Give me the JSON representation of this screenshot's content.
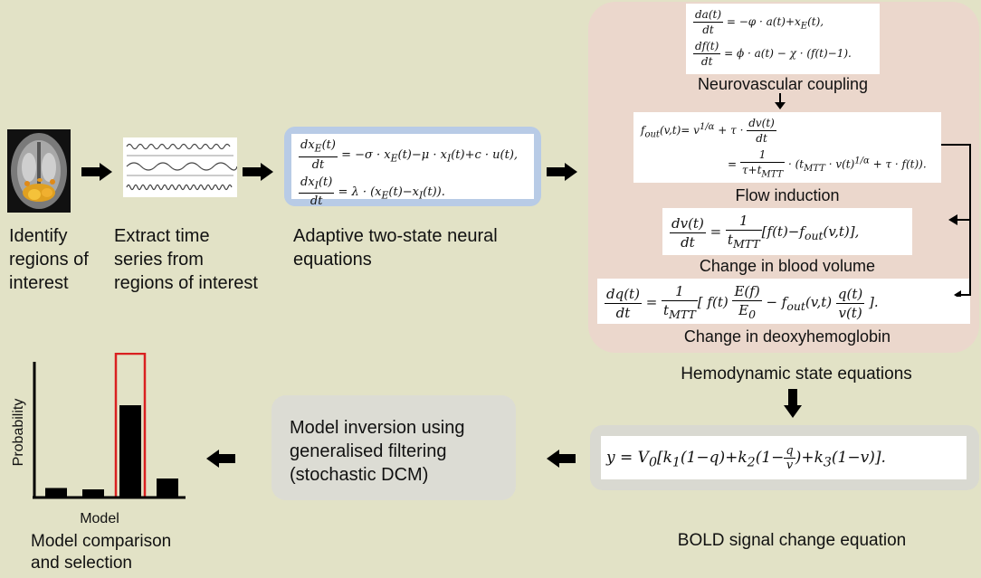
{
  "steps": {
    "identify": {
      "caption": "Identify\nregions of\ninterest"
    },
    "extract": {
      "caption": "Extract time\nseries from\nregions of interest"
    },
    "neural": {
      "caption": "Adaptive two-state neural\nequations"
    },
    "hemodynamic": {
      "title": "Hemodynamic state equations",
      "neurovascular": "Neurovascular coupling",
      "flow": "Flow induction",
      "volume": "Change in blood volume",
      "deoxy": "Change in deoxyhemoglobin"
    },
    "bold": {
      "caption": "BOLD signal change equation"
    },
    "inversion": {
      "caption": "Model inversion using\ngeneralised filtering\n(stochastic DCM)"
    },
    "selection": {
      "caption": "Model comparison\nand selection"
    }
  },
  "chart_data": {
    "type": "bar",
    "xlabel": "Model",
    "ylabel": "Probability",
    "values": [
      0.07,
      0.06,
      0.68,
      0.14
    ],
    "highlight_index": 2,
    "ylim": [
      0,
      1
    ]
  },
  "colors": {
    "background": "#e2e2c6",
    "hemodynamic_panel": "#ebd7cc",
    "neural_box_border": "#b8cbe6",
    "grey_box": "#d9d9d1",
    "highlight": "#d92020"
  },
  "icons": {
    "arrow": "right-arrow-icon",
    "brain": "brain-scan-icon"
  }
}
